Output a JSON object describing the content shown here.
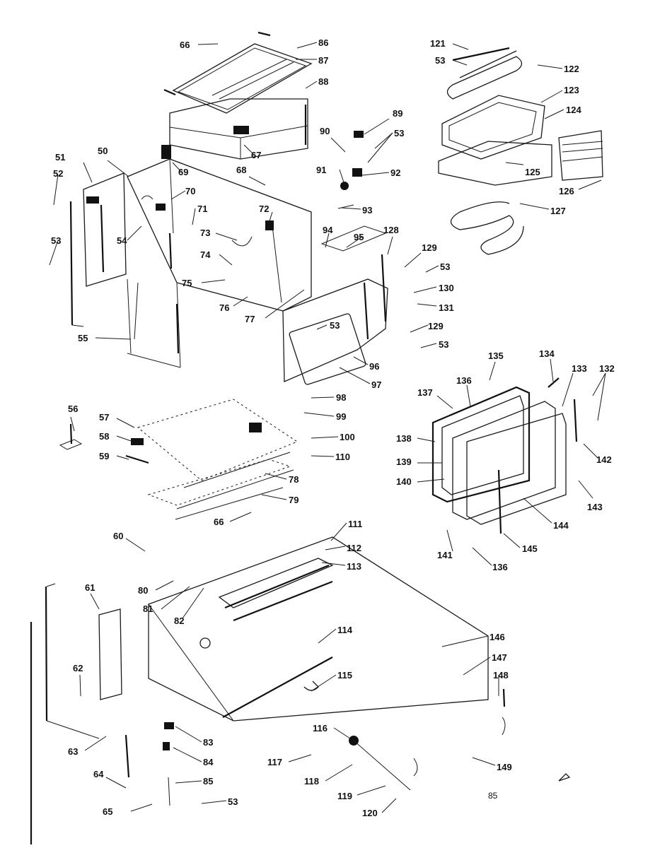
{
  "diagram": {
    "code": "85",
    "labels": [
      "66",
      "86",
      "87",
      "88",
      "121",
      "53",
      "122",
      "123",
      "124",
      "89",
      "53",
      "125",
      "126",
      "127",
      "50",
      "51",
      "52",
      "53",
      "54",
      "55",
      "67",
      "69",
      "70",
      "71",
      "68",
      "72",
      "73",
      "74",
      "75",
      "76",
      "77",
      "90",
      "91",
      "92",
      "93",
      "94",
      "95",
      "128",
      "129",
      "53",
      "130",
      "131",
      "53",
      "96",
      "97",
      "129",
      "53",
      "98",
      "99",
      "100",
      "110",
      "56",
      "57",
      "58",
      "59",
      "78",
      "79",
      "66",
      "60",
      "80",
      "81",
      "82",
      "111",
      "112",
      "113",
      "135",
      "134",
      "133",
      "132",
      "136",
      "137",
      "138",
      "139",
      "140",
      "142",
      "143",
      "144",
      "145",
      "141",
      "136",
      "61",
      "62",
      "63",
      "83",
      "84",
      "85",
      "64",
      "65",
      "53",
      "114",
      "115",
      "116",
      "117",
      "118",
      "119",
      "120",
      "146",
      "147",
      "148",
      "149"
    ]
  }
}
